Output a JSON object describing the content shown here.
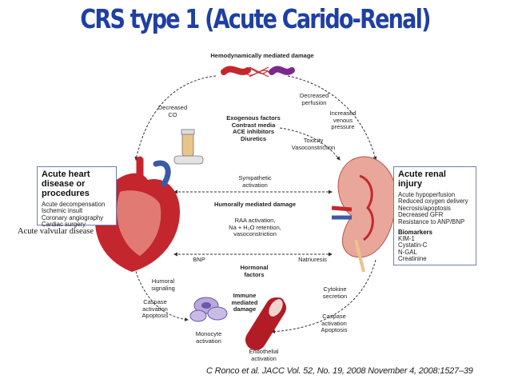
{
  "title": "CRS type 1 (Acute Carido-Renal)",
  "top_label": "Hemodynamically mediated damage",
  "decreased_perfusion": "Decreased perfusion",
  "increased_venous_pressure": "Increased venous pressure",
  "decreased_co": "Decreased CO",
  "exogenous": {
    "title": "Exogenous factors",
    "items": [
      "Contrast media",
      "ACE inhibitors",
      "Diuretics"
    ]
  },
  "toxicity": "Toxicity Vasoconstriction",
  "sympathetic_activation": "Sympathetic activation",
  "humorally_mediated_damage": "Humorally mediated damage",
  "raa": [
    "RAA activation,",
    "Na + H₂O retention,",
    "vasoconstriction"
  ],
  "bnp": "BNP",
  "hormonal_factors": "Hormonal factors",
  "natriuresis": "Natriuresis",
  "humoral_signaling": "Humoral signaling",
  "caspase_left": "Caspase activation Apoptosis",
  "immune_mediated_damage": "Immune mediated damage",
  "cytokine_secretion": "Cytokine secretion",
  "caspase_right": "Caspase activation Apoptosis",
  "monocyte_activation": "Monocyte activation",
  "endothelial_activation": "Endothelial activation",
  "heart_box": {
    "title": "Acute heart disease or procedures",
    "items": [
      "Acute decompensation",
      "Ischemic insult",
      "Coronary angiography",
      "Cardiac surgery"
    ]
  },
  "acute_valvular": "Acute valvular disease",
  "renal_box": {
    "title": "Acute renal injury",
    "items": [
      "Acute hypoperfusion",
      "Reduced oxygen delivery",
      "Necrosis/apoptosis",
      "Decreased GFR",
      "Resistance to ANP/BNP"
    ],
    "biomarkers_title": "Biomarkers",
    "biomarkers": [
      "KIM-1",
      "Cystatin-C",
      "N-GAL",
      "Creatinine"
    ]
  },
  "citation": "C Ronco et al. JACC Vol. 52, No. 19, 2008 November 4, 2008:1527–39",
  "colors": {
    "title": "#1f3fa3",
    "heart": "#c4262e",
    "kidney": "#e8a79a",
    "box_border": "#6f7fb0"
  }
}
